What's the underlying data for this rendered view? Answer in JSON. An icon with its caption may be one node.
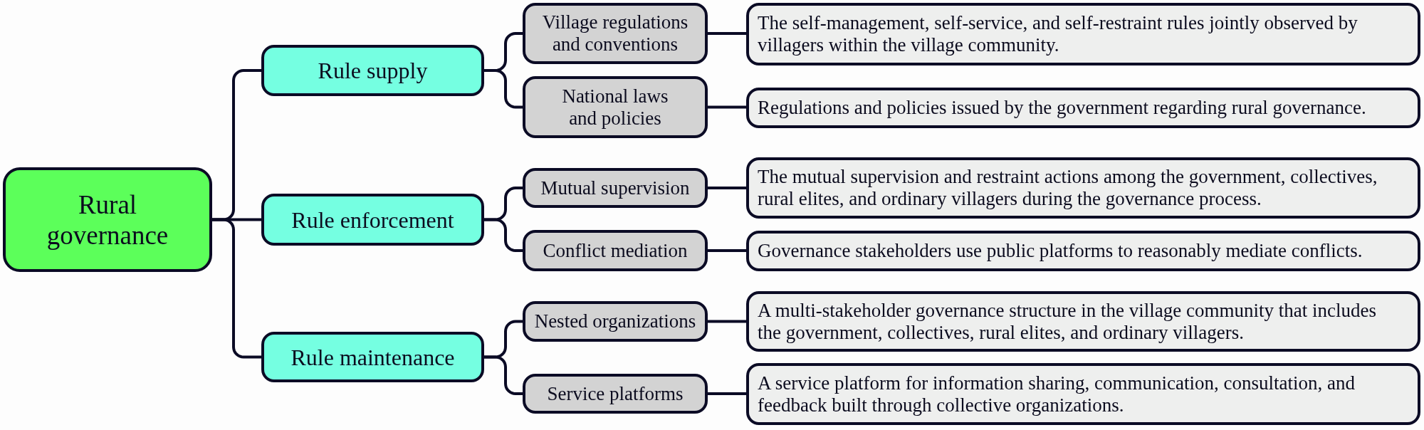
{
  "diagram": {
    "nodes": [
      {
        "text": [
          "Rural governance"
        ]
      },
      {
        "text": [
          "Rule supply"
        ]
      },
      {
        "text": [
          "Village regulations and conventions"
        ]
      },
      {
        "text": [
          "The self-management, self-service, and self-restraint rules jointly observed by villagers within the village community."
        ]
      },
      {
        "text": [
          "National laws and policies"
        ]
      },
      {
        "text": [
          "Regulations and policies issued by the government regarding rural governance."
        ]
      },
      {
        "text": [
          "Rule enforcement"
        ]
      },
      {
        "text": [
          "Mutual supervision"
        ]
      },
      {
        "text": [
          "The mutual supervision and restraint actions among the government, collectives, rural elites, and ordinary villagers during the governance process."
        ]
      },
      {
        "text": [
          "Conflict mediation"
        ]
      },
      {
        "text": [
          "Governance stakeholders use public platforms to reasonably mediate conflicts."
        ]
      },
      {
        "text": [
          "Rule maintenance"
        ]
      },
      {
        "text": [
          "Nested organizations"
        ]
      },
      {
        "text": [
          "A multi-stakeholder governance structure in the village community that includes the government, collectives, rural elites, and ordinary villagers."
        ]
      },
      {
        "text": [
          "Service platforms"
        ]
      },
      {
        "text": [
          "A service platform for information sharing, communication, consultation, and feedback built through collective organizations."
        ]
      }
    ],
    "edges": [
      {
        "from": 0,
        "to": 1,
        "arrow": "none"
      },
      {
        "from": 0,
        "to": 6,
        "arrow": "none"
      },
      {
        "from": 0,
        "to": 11,
        "arrow": "none"
      },
      {
        "from": 1,
        "to": 2,
        "arrow": "none"
      },
      {
        "from": 1,
        "to": 4,
        "arrow": "none"
      },
      {
        "from": 6,
        "to": 7,
        "arrow": "none"
      },
      {
        "from": 6,
        "to": 9,
        "arrow": "none"
      },
      {
        "from": 11,
        "to": 12,
        "arrow": "none"
      },
      {
        "from": 11,
        "to": 14,
        "arrow": "none"
      },
      {
        "from": 2,
        "to": 3,
        "arrow": "none"
      },
      {
        "from": 4,
        "to": 5,
        "arrow": "none"
      },
      {
        "from": 7,
        "to": 8,
        "arrow": "none"
      },
      {
        "from": 9,
        "to": 10,
        "arrow": "none"
      },
      {
        "from": 12,
        "to": 13,
        "arrow": "none"
      },
      {
        "from": 14,
        "to": 15,
        "arrow": "none"
      }
    ]
  }
}
